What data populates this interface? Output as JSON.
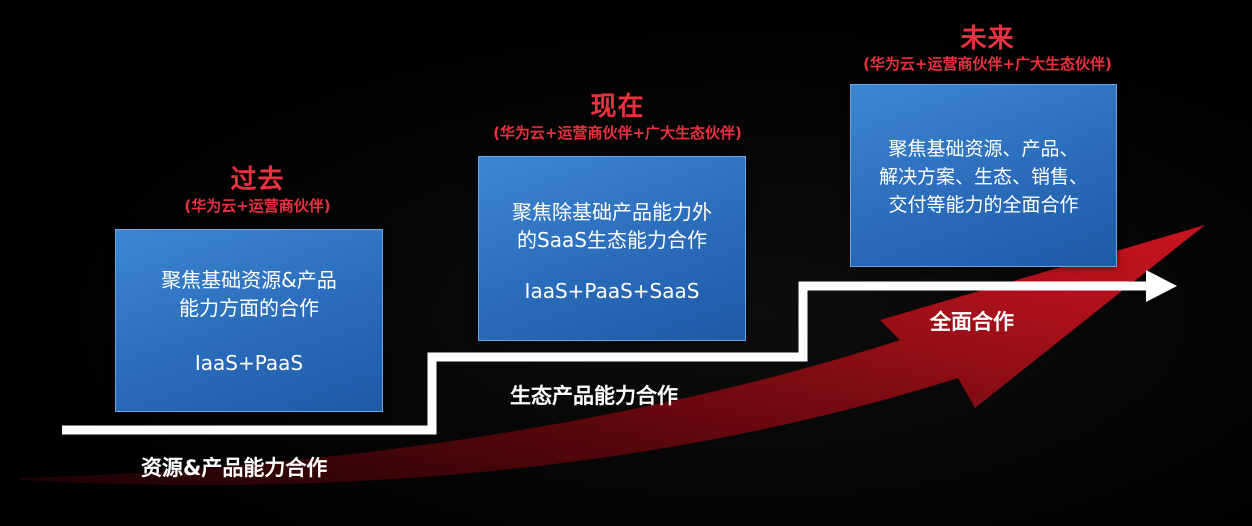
{
  "phases": [
    {
      "title": "过去",
      "subtitle": "(华为云+运营商伙伴)",
      "box_lines": "聚焦基础资源&产品\n能力方面的合作",
      "box_formula": "IaaS+PaaS",
      "step_label": "资源&产品能力合作"
    },
    {
      "title": "现在",
      "subtitle": "(华为云+运营商伙伴+广大生态伙伴)",
      "box_lines": "聚焦除基础产品能力外\n的SaaS生态能力合作",
      "box_formula": "IaaS+PaaS+SaaS",
      "step_label": "生态产品能力合作"
    },
    {
      "title": "未来",
      "subtitle": "(华为云+运营商伙伴+广大生态伙伴)",
      "box_lines": "聚焦基础资源、产品、\n解决方案、生态、销售、\n交付等能力的全面合作",
      "box_formula": "",
      "step_label": "全面合作"
    }
  ],
  "colors": {
    "background": "#000000",
    "title_red": "#e8323f",
    "box_blue": "#2a6cba",
    "arrow_red": "#b5121b",
    "step_white": "#ffffff"
  },
  "icons": {
    "growth_arrow": "red-swoosh-arrow",
    "step_line": "white-step-arrow"
  }
}
